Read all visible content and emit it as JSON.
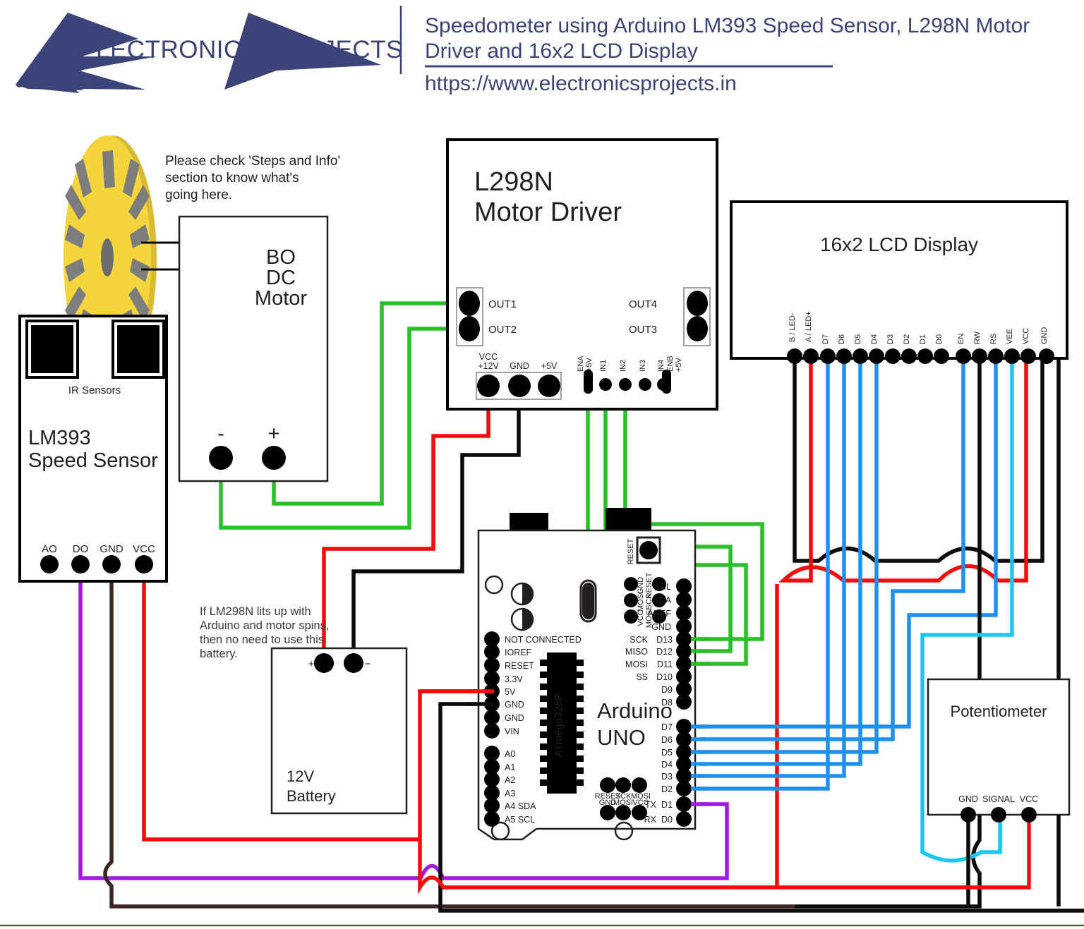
{
  "header": {
    "logo_e_text": "LECTRONICS",
    "logo_p_text": "ROJECTS",
    "title_line1": "Speedometer using Arduino LM393 Speed Sensor, L298N Motor",
    "title_line2": "Driver and 16x2 LCD Display",
    "url": "https://www.electronicsprojects.in",
    "brand_color": "#3c4379"
  },
  "notes": {
    "steps_info": [
      "Please check 'Steps and Info'",
      "section to know what's",
      "going here."
    ],
    "battery_note": [
      "If LM298N lits up with",
      "Arduino and motor spins,",
      "then no need to use this",
      "battery."
    ]
  },
  "encoder_wheel": {
    "label": "encoder-disc",
    "color": "#f5d53c",
    "slots": 12
  },
  "speed_sensor": {
    "title_line1": "LM393",
    "title_line2": "Speed Sensor",
    "ir_label": "IR Sensors",
    "pins": [
      "AO",
      "DO",
      "GND",
      "VCC"
    ],
    "pin_wire_colors": [
      "none",
      "#a517e8",
      "#3a2622",
      "#f60b0b"
    ]
  },
  "motor": {
    "title_lines": [
      "BO",
      "DC",
      "Motor"
    ],
    "terminals": [
      "-",
      "+"
    ]
  },
  "l298n": {
    "title_line1": "L298N",
    "title_line2": "Motor Driver",
    "out_left": [
      "OUT1",
      "OUT2"
    ],
    "out_right": [
      "OUT4",
      "OUT3"
    ],
    "power_pins": [
      "VCC\n+12V",
      "GND",
      "+5V"
    ],
    "power_pin_labels": [
      [
        "VCC",
        "+12V"
      ],
      [
        "GND"
      ],
      [
        "+5V"
      ]
    ],
    "logic_pins": [
      "+5V\nENA",
      "IN1",
      "IN2",
      "IN3",
      "IN4",
      "ENB\n+5V"
    ],
    "logic_pin_labels": [
      [
        "+5V",
        "ENA"
      ],
      [
        "IN1"
      ],
      [
        "IN2"
      ],
      [
        "IN3"
      ],
      [
        "IN4"
      ],
      [
        "ENB",
        "+5V"
      ]
    ]
  },
  "lcd": {
    "title": "16x2 LCD Display",
    "pins": [
      "B / LED-",
      "A / LED+",
      "D7",
      "D6",
      "D5",
      "D4",
      "D3",
      "D2",
      "D1",
      "D0",
      "EN",
      "RW",
      "RS",
      "VEE",
      "VCC",
      "GND"
    ],
    "pin_wire_colors": [
      "#0b0b0b",
      "#f60b0b",
      "#1e90f0",
      "#1e90f0",
      "#1e90f0",
      "#1e90f0",
      "none",
      "none",
      "none",
      "none",
      "#1e90f0",
      "#0b0b0b",
      "#1e90f0",
      "#17c8f5",
      "#f60b0b",
      "#0b0b0b"
    ]
  },
  "battery": {
    "title_line1": "12V",
    "title_line2": "Battery",
    "terminals": [
      "+",
      "−"
    ]
  },
  "potentiometer": {
    "title": "Potentiometer",
    "pins": [
      "GND",
      "SIGNAL",
      "VCC"
    ],
    "pin_wire_colors": [
      "#0b0b0b",
      "#17c8f5",
      "#f60b0b"
    ]
  },
  "arduino": {
    "title_line1": "Arduino",
    "title_line2": "UNO",
    "mcu_label": "ATmega328P",
    "reset_label": "RESET",
    "left_pins": [
      "NOT CONNECTED",
      "IOREF",
      "RESET",
      "3.3V",
      "5V",
      "GND",
      "GND",
      "VIN"
    ],
    "left_pins_analog": [
      "A0",
      "A1",
      "A2",
      "A3",
      "A4  SDA",
      "A5  SCL"
    ],
    "right_pins_top": [
      "SCL",
      "SDA",
      "AREF",
      "GND"
    ],
    "right_pins_digital": [
      {
        "alt": "SCK",
        "pin": "D13"
      },
      {
        "alt": "MISO",
        "pin": "D12"
      },
      {
        "alt": "MOSI",
        "pin": "D11"
      },
      {
        "alt": "SS",
        "pin": "D10"
      },
      {
        "alt": "",
        "pin": "D9"
      },
      {
        "alt": "",
        "pin": "D8"
      },
      {
        "alt": "",
        "pin": "D7"
      },
      {
        "alt": "",
        "pin": "D6"
      },
      {
        "alt": "",
        "pin": "D5"
      },
      {
        "alt": "",
        "pin": "D4"
      },
      {
        "alt": "",
        "pin": "D3"
      },
      {
        "alt": "",
        "pin": "D2"
      },
      {
        "alt": "TX",
        "pin": "D1"
      },
      {
        "alt": "RX",
        "pin": "D0"
      }
    ],
    "icsp_top_labels": [
      "GND",
      "MOSI",
      "VCC",
      "RESET",
      "SCK",
      "MOSI"
    ],
    "icsp_bottom_labels_top": [
      "RESET",
      "SCK",
      "MOSI"
    ],
    "icsp_bottom_labels_bottom": [
      "GND",
      "MOSI",
      "VCC"
    ]
  },
  "wire_colors": {
    "red": "#f60b0b",
    "black": "#0b0b0b",
    "green": "#27c127",
    "blue": "#1e90f0",
    "cyan": "#17c8f5",
    "purple": "#a517e8",
    "brown": "#3a2622"
  }
}
